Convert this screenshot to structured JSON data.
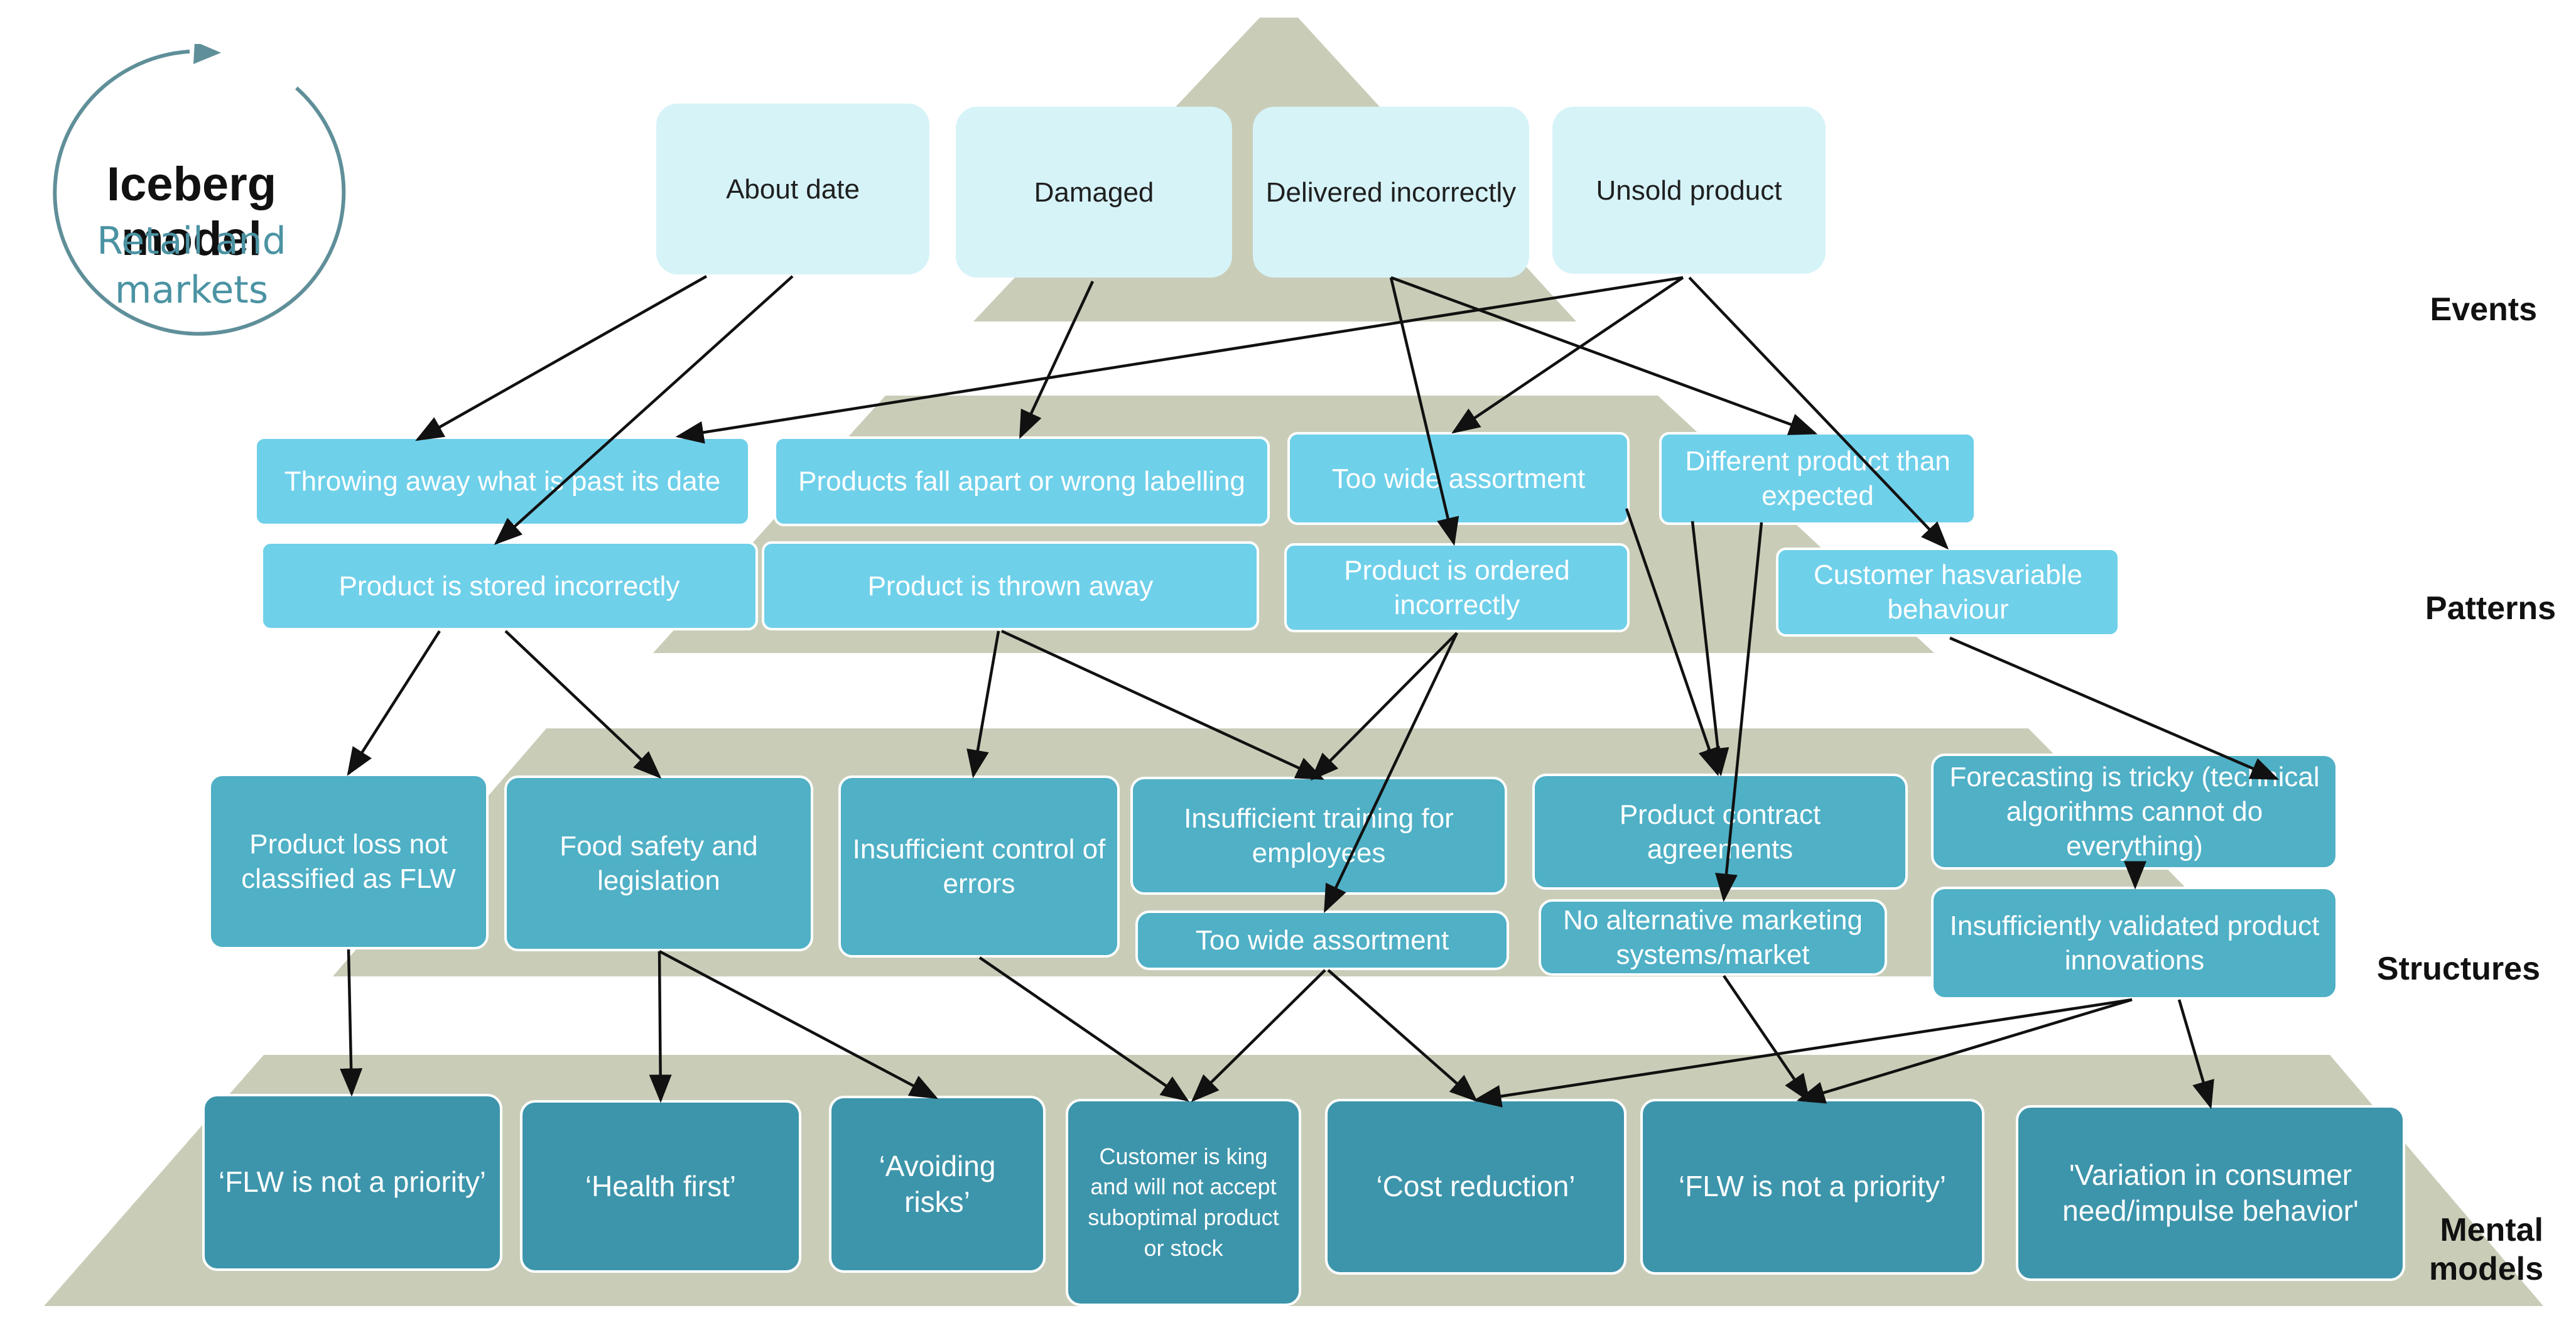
{
  "logo": {
    "title": "Iceberg model",
    "subtitle": "Retail and markets"
  },
  "levels": {
    "events": "Events",
    "patterns": "Patterns",
    "structures": "Structures",
    "mental_models": "Mental models"
  },
  "events": [
    "About date",
    "Damaged",
    "Delivered incorrectly",
    "Unsold product"
  ],
  "patterns": [
    "Throwing away what is past its date",
    "Products fall apart or wrong labelling",
    "Too wide assortment",
    "Different product than expected",
    "Product is stored incorrectly",
    "Product is thrown away",
    "Product is ordered incorrectly",
    "Customer hasvariable behaviour"
  ],
  "structures": [
    "Product loss not classified as FLW",
    "Food safety and legislation",
    "Insufficient control of errors",
    "Insufficient training for employees",
    "Too wide assortment",
    "Product contract agreements",
    "No alternative marketing systems/market",
    "Forecasting is tricky (technical algorithms cannot do everything)",
    "Insufficiently validated product innovations"
  ],
  "mental_models": [
    "‘FLW is not a priority’",
    "‘Health first’",
    "‘Avoiding risks’",
    "Customer is king and will not accept suboptimal product or stock",
    "‘Cost reduction’",
    "‘FLW is not a priority’",
    "'Variation in consumer need/impulse behavior'"
  ],
  "colors": {
    "pyramid": "#c9cdb8",
    "event_box": "#d6f3f8",
    "pattern_box": "#6fd0ea",
    "structure_box": "#4fb0c6",
    "mental_box": "#3d95ab",
    "logo_ring": "#5f8f99"
  },
  "icons": {
    "logo_arrow": "circular-arrow-icon",
    "connector": "arrow-icon"
  }
}
